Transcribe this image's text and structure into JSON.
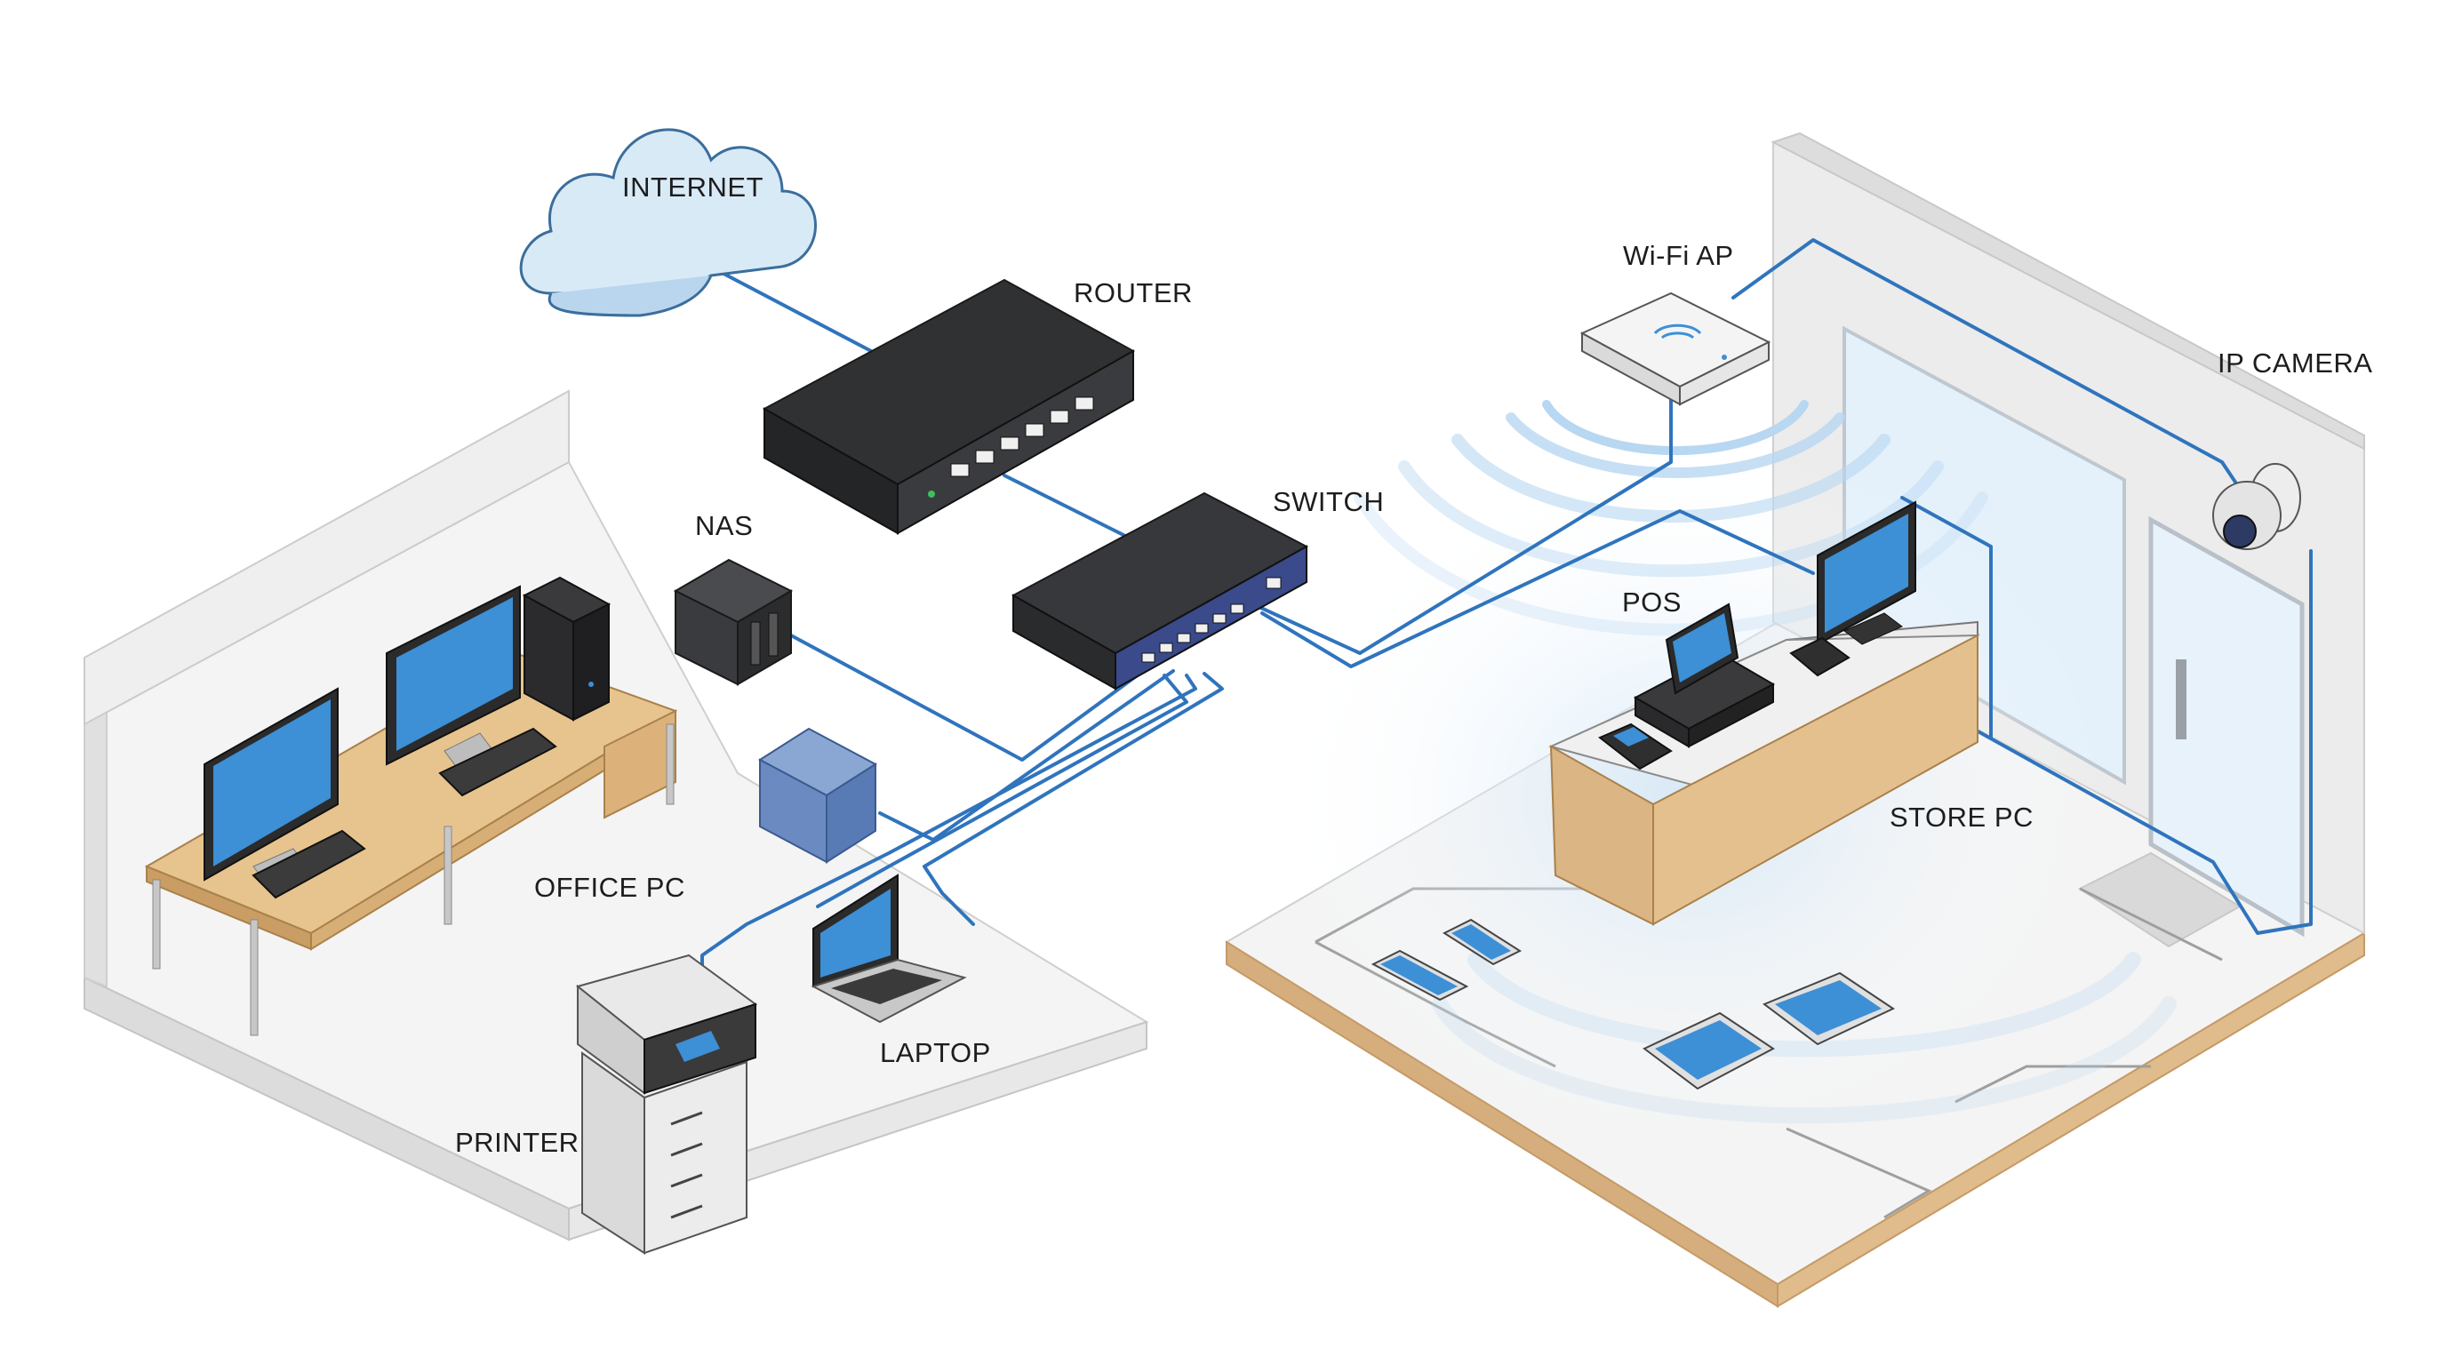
{
  "labels": {
    "internet": "INTERNET",
    "router": "ROUTER",
    "nas": "NAS",
    "switch": "SWITCH",
    "office_pc": "OFFICE PC",
    "laptop": "LAPTOP",
    "printer": "PRINTER",
    "wifi_ap": "Wi-Fi AP",
    "ip_camera": "IP CAMERA",
    "pos": "POS",
    "store_pc": "STORE PC"
  },
  "colors": {
    "cable": "#2f74bd",
    "screen": "#3d8fd6",
    "device_dark": "#2e2e30",
    "cloud": "#d7e9f7",
    "desk_wood": "#e7c48e",
    "counter_wood": "#ddb98a",
    "floor": "#f3f3f3",
    "wall": "#e6e6e6",
    "floor_edge": "#d2a877"
  }
}
